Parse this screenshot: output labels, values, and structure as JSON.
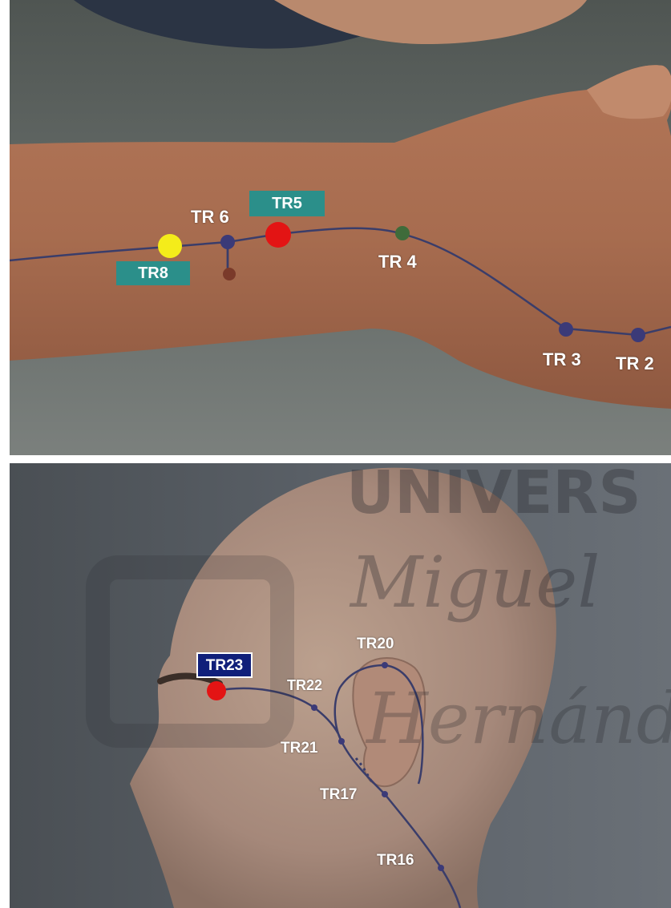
{
  "arm_panel": {
    "labels": {
      "tr6": "TR 6",
      "tr5": "TR5",
      "tr8": "TR8",
      "tr4": "TR 4",
      "tr3": "TR 3",
      "tr2": "TR 2"
    },
    "point_colors": {
      "tr8": "#f4ec1a",
      "tr5": "#e31414",
      "tr6": "#3b3a78",
      "tr7": "#7a3a2a",
      "tr4": "#3f6b3a",
      "tr3": "#3b3a78",
      "tr2": "#3b3a78"
    }
  },
  "head_panel": {
    "labels": {
      "tr23": "TR23",
      "tr22": "TR22",
      "tr20": "TR20",
      "tr21": "TR21",
      "tr17": "TR17",
      "tr16": "TR16"
    },
    "point_colors": {
      "tr23": "#e31414",
      "meridian": "#3b3a78"
    }
  },
  "watermark": {
    "line1": "UNIVERS",
    "line2": "Miguel",
    "line3": "Hernández"
  }
}
